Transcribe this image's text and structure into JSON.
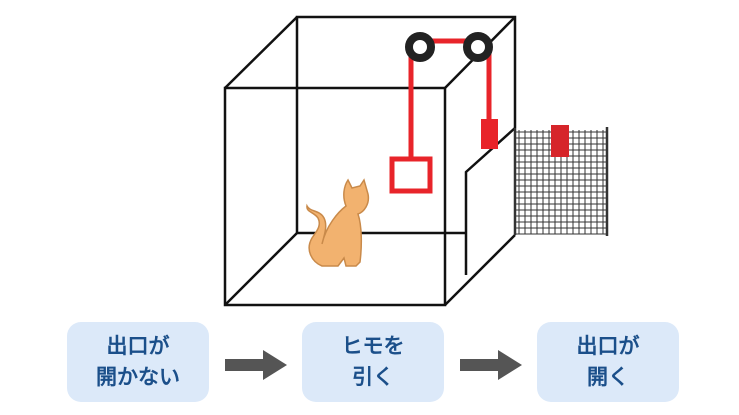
{
  "colors": {
    "string": "#e8242a",
    "frame": "#111111",
    "box_bg": "#dce9f9",
    "box_text": "#1b4f8a",
    "arrow": "#555555",
    "cat": "#f2b26f"
  },
  "steps": [
    {
      "line1": "出口が",
      "line2": "開かない"
    },
    {
      "line1": "ヒモを",
      "line2": "引く"
    },
    {
      "line1": "出口が",
      "line2": "開く"
    }
  ]
}
